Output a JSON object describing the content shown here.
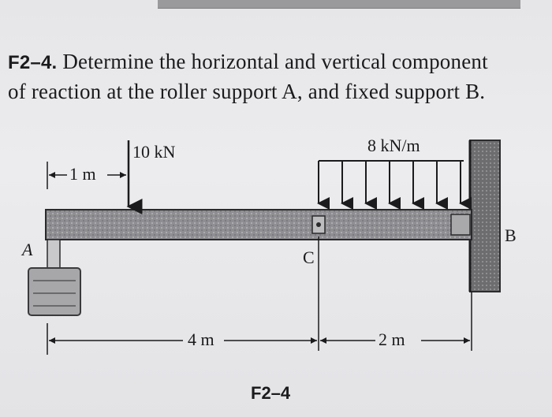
{
  "problem": {
    "number": "F2–4.",
    "text_line1": "Determine the horizontal and vertical component",
    "text_line2": "of reaction at the roller support A, and fixed support B."
  },
  "figure": {
    "point_load": "10 kN",
    "distributed_load": "8 kN/m",
    "dim_1m": "1 m",
    "dim_4m": "4 m",
    "dim_2m": "2 m",
    "support_a": "A",
    "support_b": "B",
    "point_c": "C",
    "caption": "F2–4"
  }
}
